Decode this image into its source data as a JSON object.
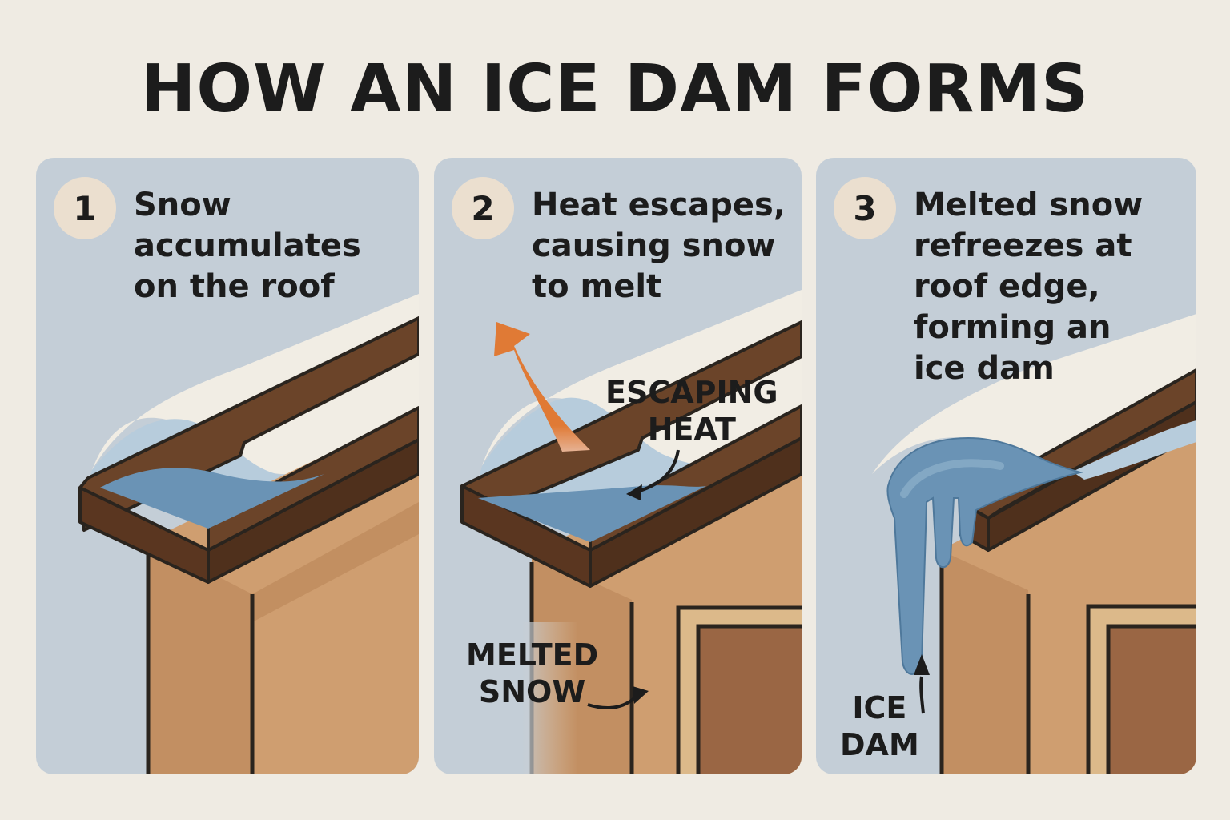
{
  "title": "HOW AN ICE DAM FORMS",
  "colors": {
    "background": "#efebe3",
    "panel_sky": "#c4ced7",
    "badge": "#ebdfcf",
    "snow": "#f1ede4",
    "melt_water": "#6a93b5",
    "light_water": "#b7ccdc",
    "roof_trim": "#6b4429",
    "wall": "#cf9e70",
    "door": "#9a6644",
    "heat_arrow": "#e07a35",
    "text": "#1c1c1c"
  },
  "panels": [
    {
      "step": "1",
      "text": "Snow\naccumulates\non the roof",
      "labels": []
    },
    {
      "step": "2",
      "text": "Heat escapes,\ncausing snow\nto melt",
      "labels": [
        {
          "text": "ESCAPING\nHEAT"
        },
        {
          "text": "MELTED\nSNOW"
        }
      ]
    },
    {
      "step": "3",
      "text": "Melted snow\nrefreezes at\nroof edge,\nforming an\nice dam",
      "labels": [
        {
          "text": "ICE\nDAM"
        }
      ]
    }
  ]
}
